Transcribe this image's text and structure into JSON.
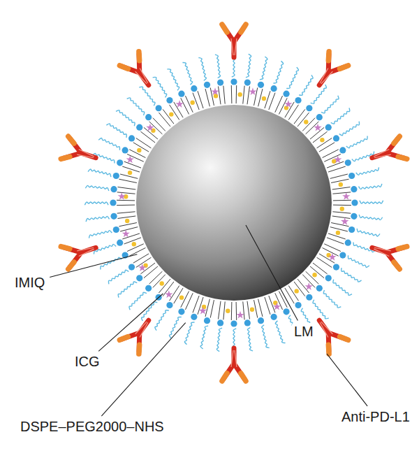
{
  "diagram": {
    "labels": [
      "IMIQ",
      "ICG",
      "DSPE–PEG2000–NHS",
      "LM",
      "Anti-PD-L1"
    ]
  }
}
